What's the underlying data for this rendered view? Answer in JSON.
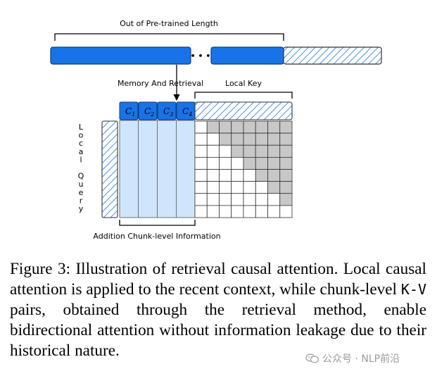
{
  "diagram": {
    "top_label": "Out of Pre-trained Length",
    "ellipsis": "• • •",
    "memory_label": "Memory And Retrieval",
    "local_key_label": "Local Key",
    "chunks": [
      {
        "base": "C",
        "sub": "1"
      },
      {
        "base": "C",
        "sub": "2"
      },
      {
        "base": "C",
        "sub": "3"
      },
      {
        "base": "C",
        "sub": "4"
      }
    ],
    "local_query_letters": [
      "L",
      "o",
      "c",
      "a",
      "l",
      "",
      "Q",
      "u",
      "e",
      "r",
      "y"
    ],
    "bottom_label": "Addition Chunk-level Information",
    "grid_size": 8,
    "colors": {
      "blue_fill": "#1873e8",
      "light_blue": "#cfe5fc",
      "hatch": "#4a90e2",
      "gray_cell": "#c8c8c8"
    }
  },
  "caption": {
    "part1": "Figure 3: Illustration of retrieval causal attention. Local causal attention is applied to the recent context, while chunk-level ",
    "kv": "K-V",
    "part2": " pairs, obtained through the retrieval method, enable bidirectional attention without information leakage due to their historical nature."
  },
  "watermark": {
    "icon": "wechat-icon",
    "text": "公众号 · NLP前沿"
  }
}
